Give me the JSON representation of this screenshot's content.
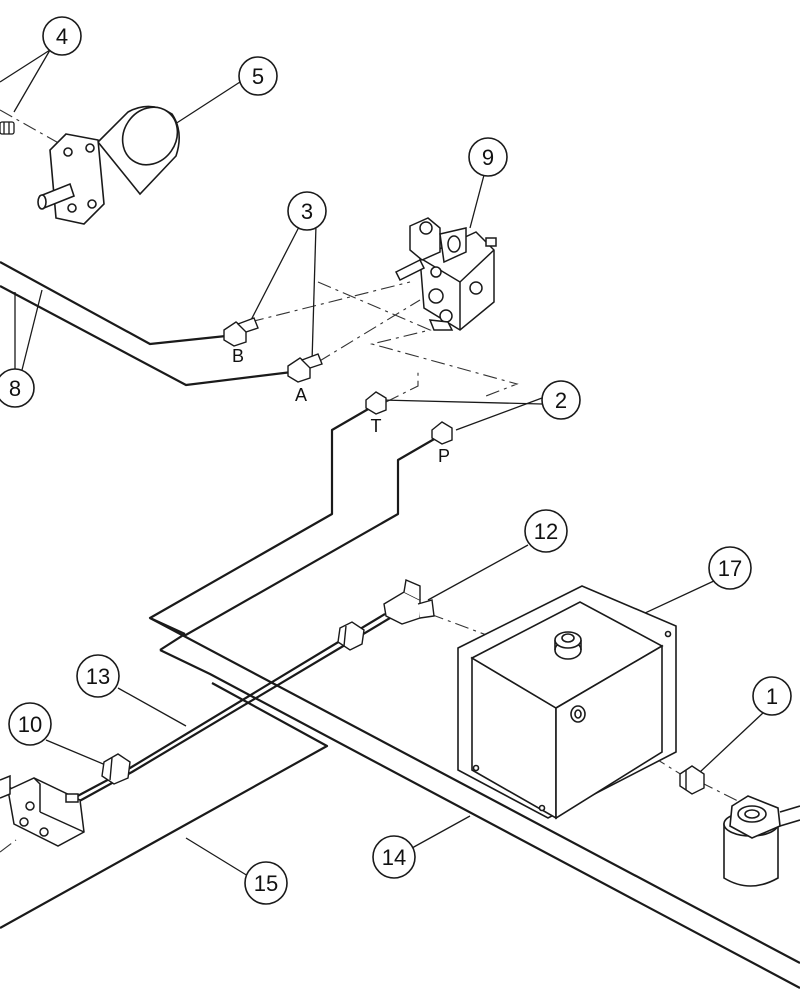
{
  "diagram": {
    "callouts": {
      "c1": "1",
      "c2": "2",
      "c3": "3",
      "c4": "4",
      "c5": "5",
      "c8": "8",
      "c9": "9",
      "c10": "10",
      "c12": "12",
      "c13": "13",
      "c14": "14",
      "c15": "15",
      "c17": "17"
    },
    "ports": {
      "A": "A",
      "B": "B",
      "T": "T",
      "P": "P"
    }
  }
}
